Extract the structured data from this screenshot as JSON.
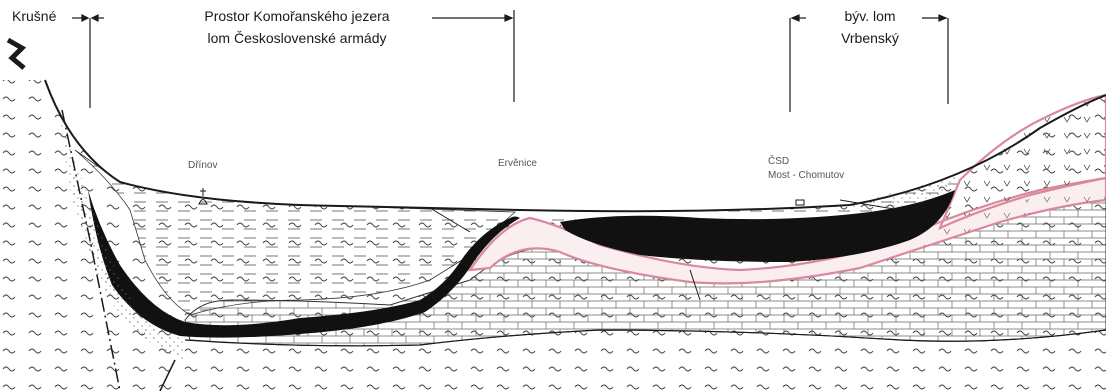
{
  "labels": {
    "krusne": "Krušné",
    "prostor_line1": "Prostor Komořanského jezera",
    "prostor_line2": "lom Československé armády",
    "byv_line1": "býv. lom",
    "byv_line2": "Vrbenský",
    "drinov": "Dřínov",
    "ervenice": "Ervěnice",
    "csd_line1": "ČSD",
    "csd_line2": "Most - Chomutov"
  },
  "colors": {
    "coal": "#111111",
    "pink_layer": "#d9899a",
    "pink_fill": "#fbeef1",
    "line": "#1a1a1a",
    "background": "#ffffff"
  },
  "icons": {
    "church": "church-icon",
    "arrow": "arrow-icon"
  }
}
